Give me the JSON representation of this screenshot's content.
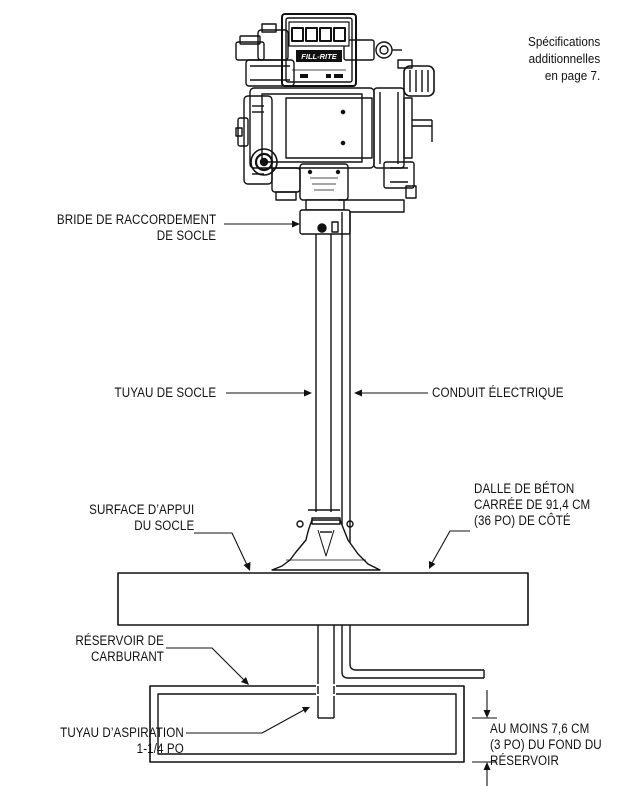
{
  "meter": {
    "brand": "FILL-RITE"
  },
  "note": {
    "lines": [
      "Spécifications",
      "additionnelles",
      "en page 7."
    ]
  },
  "labels": {
    "flange": [
      "BRIDE DE RACCORDEMENT",
      "DE SOCLE"
    ],
    "pipe": [
      "TUYAU DE SOCLE"
    ],
    "conduit": [
      "CONDUIT ÉLECTRIQUE"
    ],
    "base_surface": [
      "SURFACE D’APPUI",
      "DU SOCLE"
    ],
    "slab": [
      "DALLE DE BÉTON",
      "CARRÉE DE 91,4 CM",
      "(36 PO) DE CÔTÉ"
    ],
    "tank": [
      "RÉSERVOIR DE",
      "CARBURANT"
    ],
    "suction": [
      "TUYAU D’ASPIRATION",
      "1-1/4 PO"
    ],
    "clearance": [
      "AU MOINS 7,6 CM",
      "(3 PO) DU FOND DU",
      "RÉSERVOIR"
    ]
  }
}
